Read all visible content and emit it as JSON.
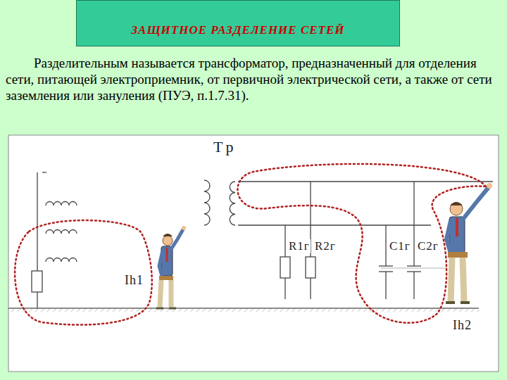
{
  "diagram": {
    "title": "ЗАЩИТНОЕ  РАЗДЕЛЕНИЕ СЕТЕЙ",
    "labels": [
      "Разделительным называется трансформатор, предназначенный для отделения сети, питающей электроприемник, от первичной электрической сети, а также от сети заземления или зануления (ПУЭ, п.1.7.31).",
      "Тр",
      "R1г",
      "R2г",
      "C1г",
      "C2г",
      "Ih1",
      "Ih2"
    ]
  }
}
